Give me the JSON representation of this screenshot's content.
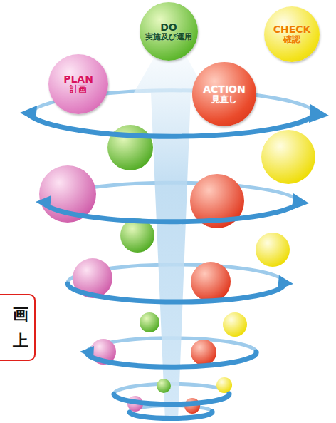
{
  "diagram": {
    "nodes": [
      {
        "text": [
          "DO",
          "実施及び運用"
        ]
      },
      {
        "text": [
          "CHECK",
          "確認"
        ]
      },
      {
        "text": [
          "PLAN",
          "計画"
        ]
      },
      {
        "text": [
          "ACTION",
          "見直し"
        ]
      },
      {
        "text": [
          "画 上"
        ]
      }
    ]
  }
}
